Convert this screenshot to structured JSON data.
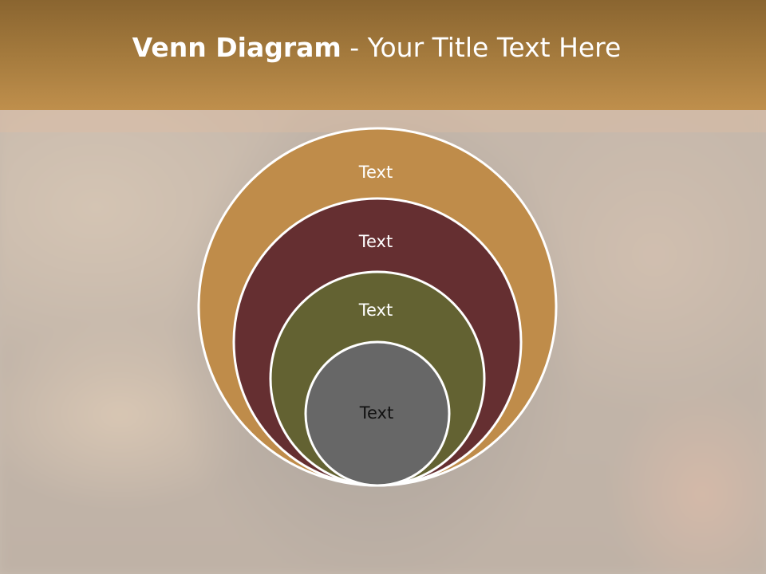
{
  "title": {
    "bold": "Venn Diagram",
    "rest": " - Your Title Text Here"
  },
  "colors": {
    "header": "#b5853f",
    "outer": "#bf8c4a",
    "second": "#652f31",
    "third": "#636232",
    "inner": "#676767",
    "label_light": "#ffffff",
    "label_dark": "#111111"
  },
  "circles": [
    {
      "label": "Text",
      "fill": "#bf8c4a"
    },
    {
      "label": "Text",
      "fill": "#652f31"
    },
    {
      "label": "Text",
      "fill": "#636232"
    },
    {
      "label": "Text",
      "fill": "#676767"
    }
  ]
}
